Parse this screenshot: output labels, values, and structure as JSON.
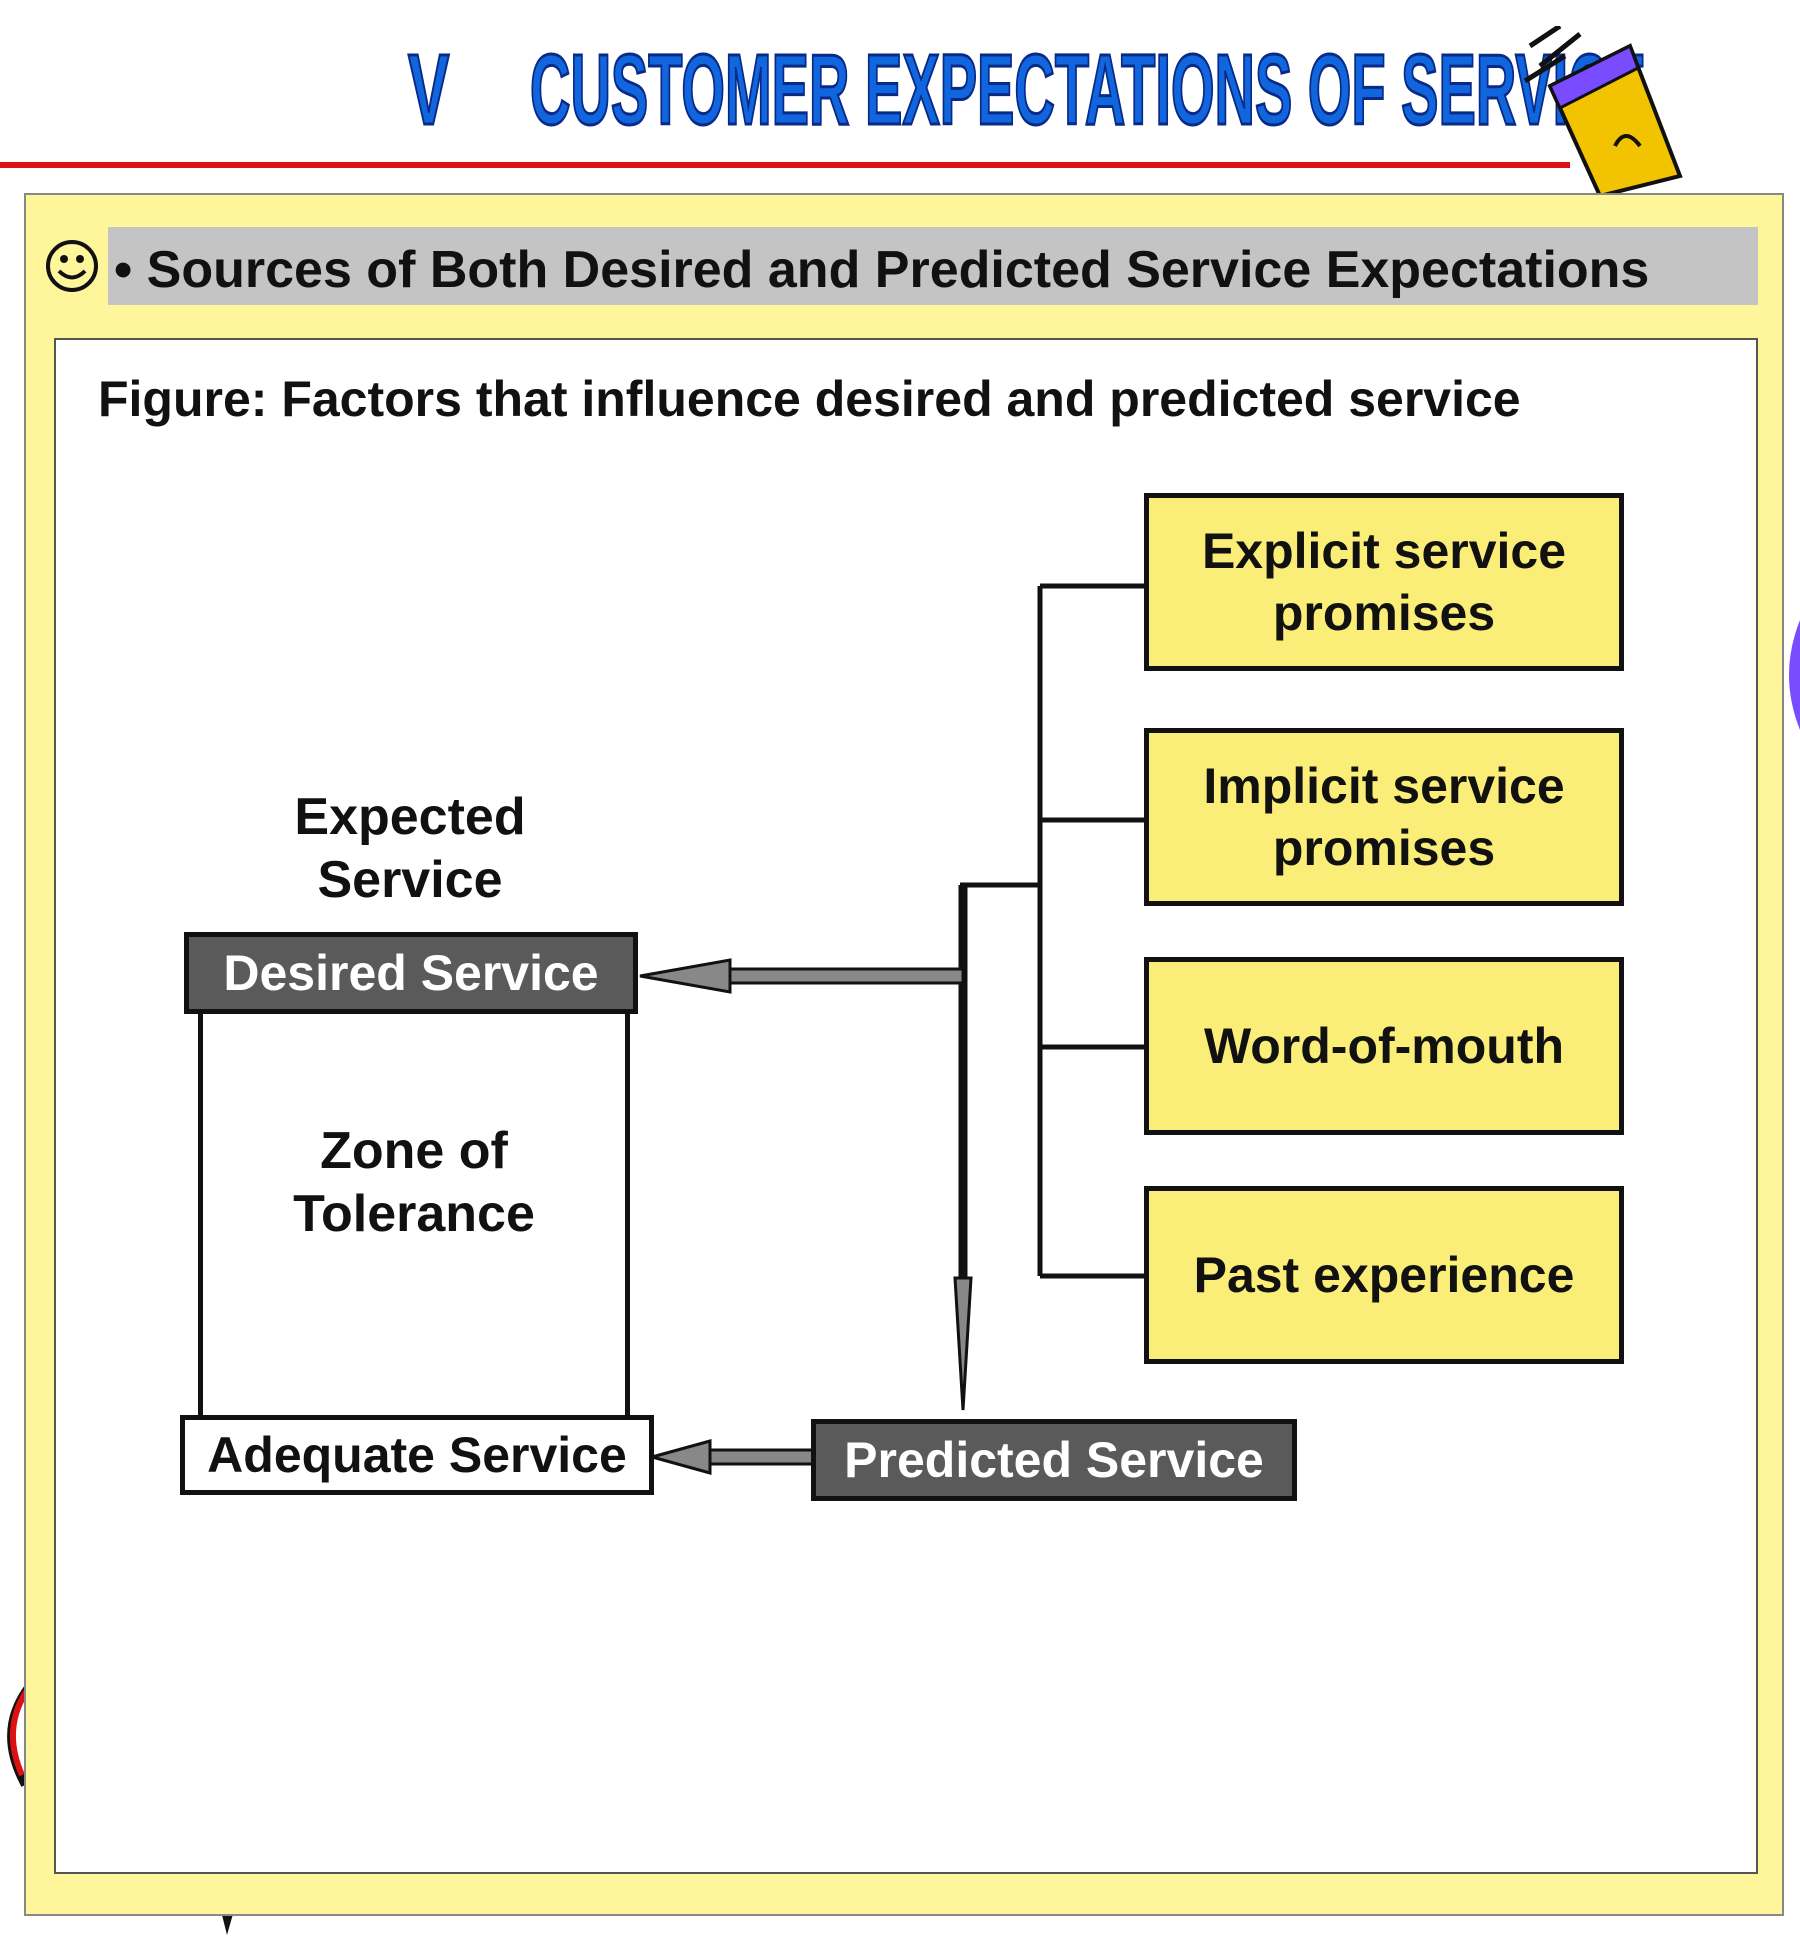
{
  "header": {
    "section_number": "V",
    "title": "CUSTOMER EXPECTATIONS OF SERVICE"
  },
  "bullet": {
    "text": "• Sources of Both Desired and Predicted Service Expectations"
  },
  "figure": {
    "caption": "Figure: Factors that influence desired and predicted service",
    "factors": [
      "Explicit service promises",
      "Implicit service promises",
      "Word-of-mouth",
      "Past experience"
    ],
    "expected_label": "Expected Service",
    "desired_label": "Desired Service",
    "zone_label": "Zone of Tolerance",
    "adequate_label": "Adequate Service",
    "predicted_label": "Predicted Service"
  },
  "colors": {
    "title_blue": "#1166dd",
    "rule_red": "#dd1111",
    "panel_yellow": "#fff59a",
    "factor_yellow": "#fbee78",
    "dark_box": "#5a5a5a"
  }
}
